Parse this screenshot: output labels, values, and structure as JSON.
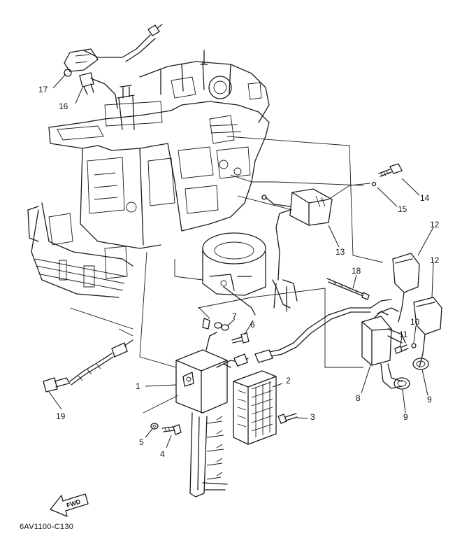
{
  "figure_code": "6AV1100-C130",
  "fwd_label": "FWD",
  "callouts": [
    "1",
    "2",
    "3",
    "4",
    "5",
    "6",
    "7",
    "8",
    "9",
    "9",
    "10",
    "11",
    "12",
    "12",
    "13",
    "14",
    "15",
    "16",
    "17",
    "18",
    "19"
  ]
}
